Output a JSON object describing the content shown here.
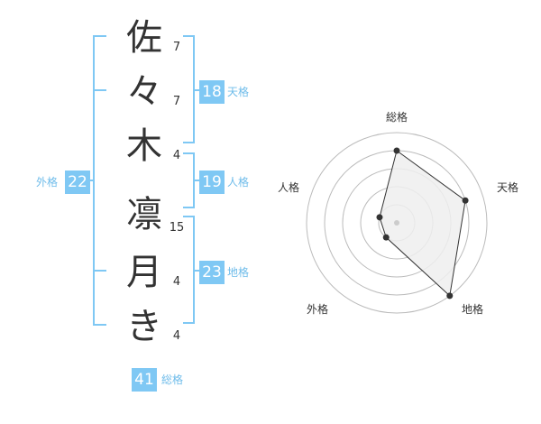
{
  "name": {
    "characters": [
      {
        "char": "佐",
        "strokes": "7"
      },
      {
        "char": "々",
        "strokes": "7"
      },
      {
        "char": "木",
        "strokes": "4"
      },
      {
        "char": "凛",
        "strokes": "15"
      },
      {
        "char": "月",
        "strokes": "4"
      },
      {
        "char": "き",
        "strokes": "4"
      }
    ]
  },
  "fortune": {
    "tenkaku": {
      "label": "天格",
      "value": "18"
    },
    "jinkaku": {
      "label": "人格",
      "value": "19"
    },
    "chikaku": {
      "label": "地格",
      "value": "23"
    },
    "gaikaku": {
      "label": "外格",
      "value": "22"
    },
    "soukaku": {
      "label": "総格",
      "value": "41"
    }
  },
  "radar": {
    "axes": [
      "総格",
      "天格",
      "地格",
      "外格",
      "人格"
    ],
    "values": [
      4,
      4,
      5,
      1,
      1
    ],
    "max": 5,
    "colors": {
      "fill": "#eeeeee",
      "line": "#333333",
      "grid": "#bbbbbb",
      "center": "#cccccc"
    }
  },
  "colors": {
    "accent": "#7fc8f4",
    "accent_text": "#6fbcea"
  }
}
